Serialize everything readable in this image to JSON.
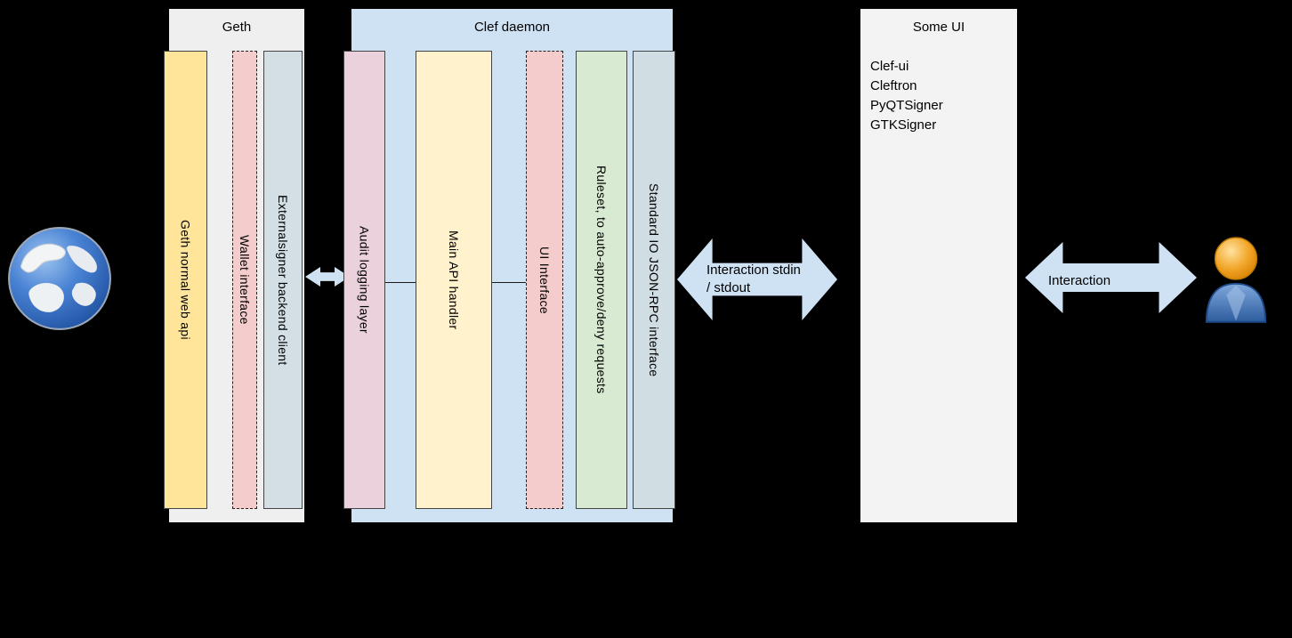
{
  "diagram": {
    "background": "#000000",
    "text_dark": "#000000"
  },
  "geth": {
    "title": "Geth",
    "box_fill": "#efefef",
    "bars": [
      {
        "label": "Geth normal web api",
        "fill": "#ffe599"
      },
      {
        "label": "Wallet interface",
        "fill": "#f4cccc"
      },
      {
        "label": "Externalsigner backend client",
        "fill": "#d3dfe4"
      }
    ]
  },
  "clef": {
    "title": "Clef daemon",
    "box_fill": "#cfe2f3",
    "bars": [
      {
        "label": "Audit logging layer",
        "fill": "#ead1dc"
      },
      {
        "label": "Main API handler",
        "fill": "#fff2cc"
      },
      {
        "label": "UI Interface",
        "fill": "#f4cccc"
      },
      {
        "label": "Ruleset, to auto-approve/deny requests",
        "fill": "#d9ead3"
      },
      {
        "label": "Standard IO JSON-RPC interface",
        "fill": "#d0dde3"
      }
    ]
  },
  "some_ui": {
    "title": "Some UI",
    "box_fill": "#f3f3f3",
    "items": {
      "0": "Clef-ui",
      "1": "Cleftron",
      "2": "PyQTSigner",
      "3": "GTKSigner"
    }
  },
  "arrows": {
    "fill": "#cfe2f3",
    "stdio_line1": "Interaction stdin",
    "stdio_line2": "/ stdout",
    "interaction_label": "Interaction"
  },
  "icons": {
    "left": "globe-icon",
    "right": "user-icon"
  }
}
